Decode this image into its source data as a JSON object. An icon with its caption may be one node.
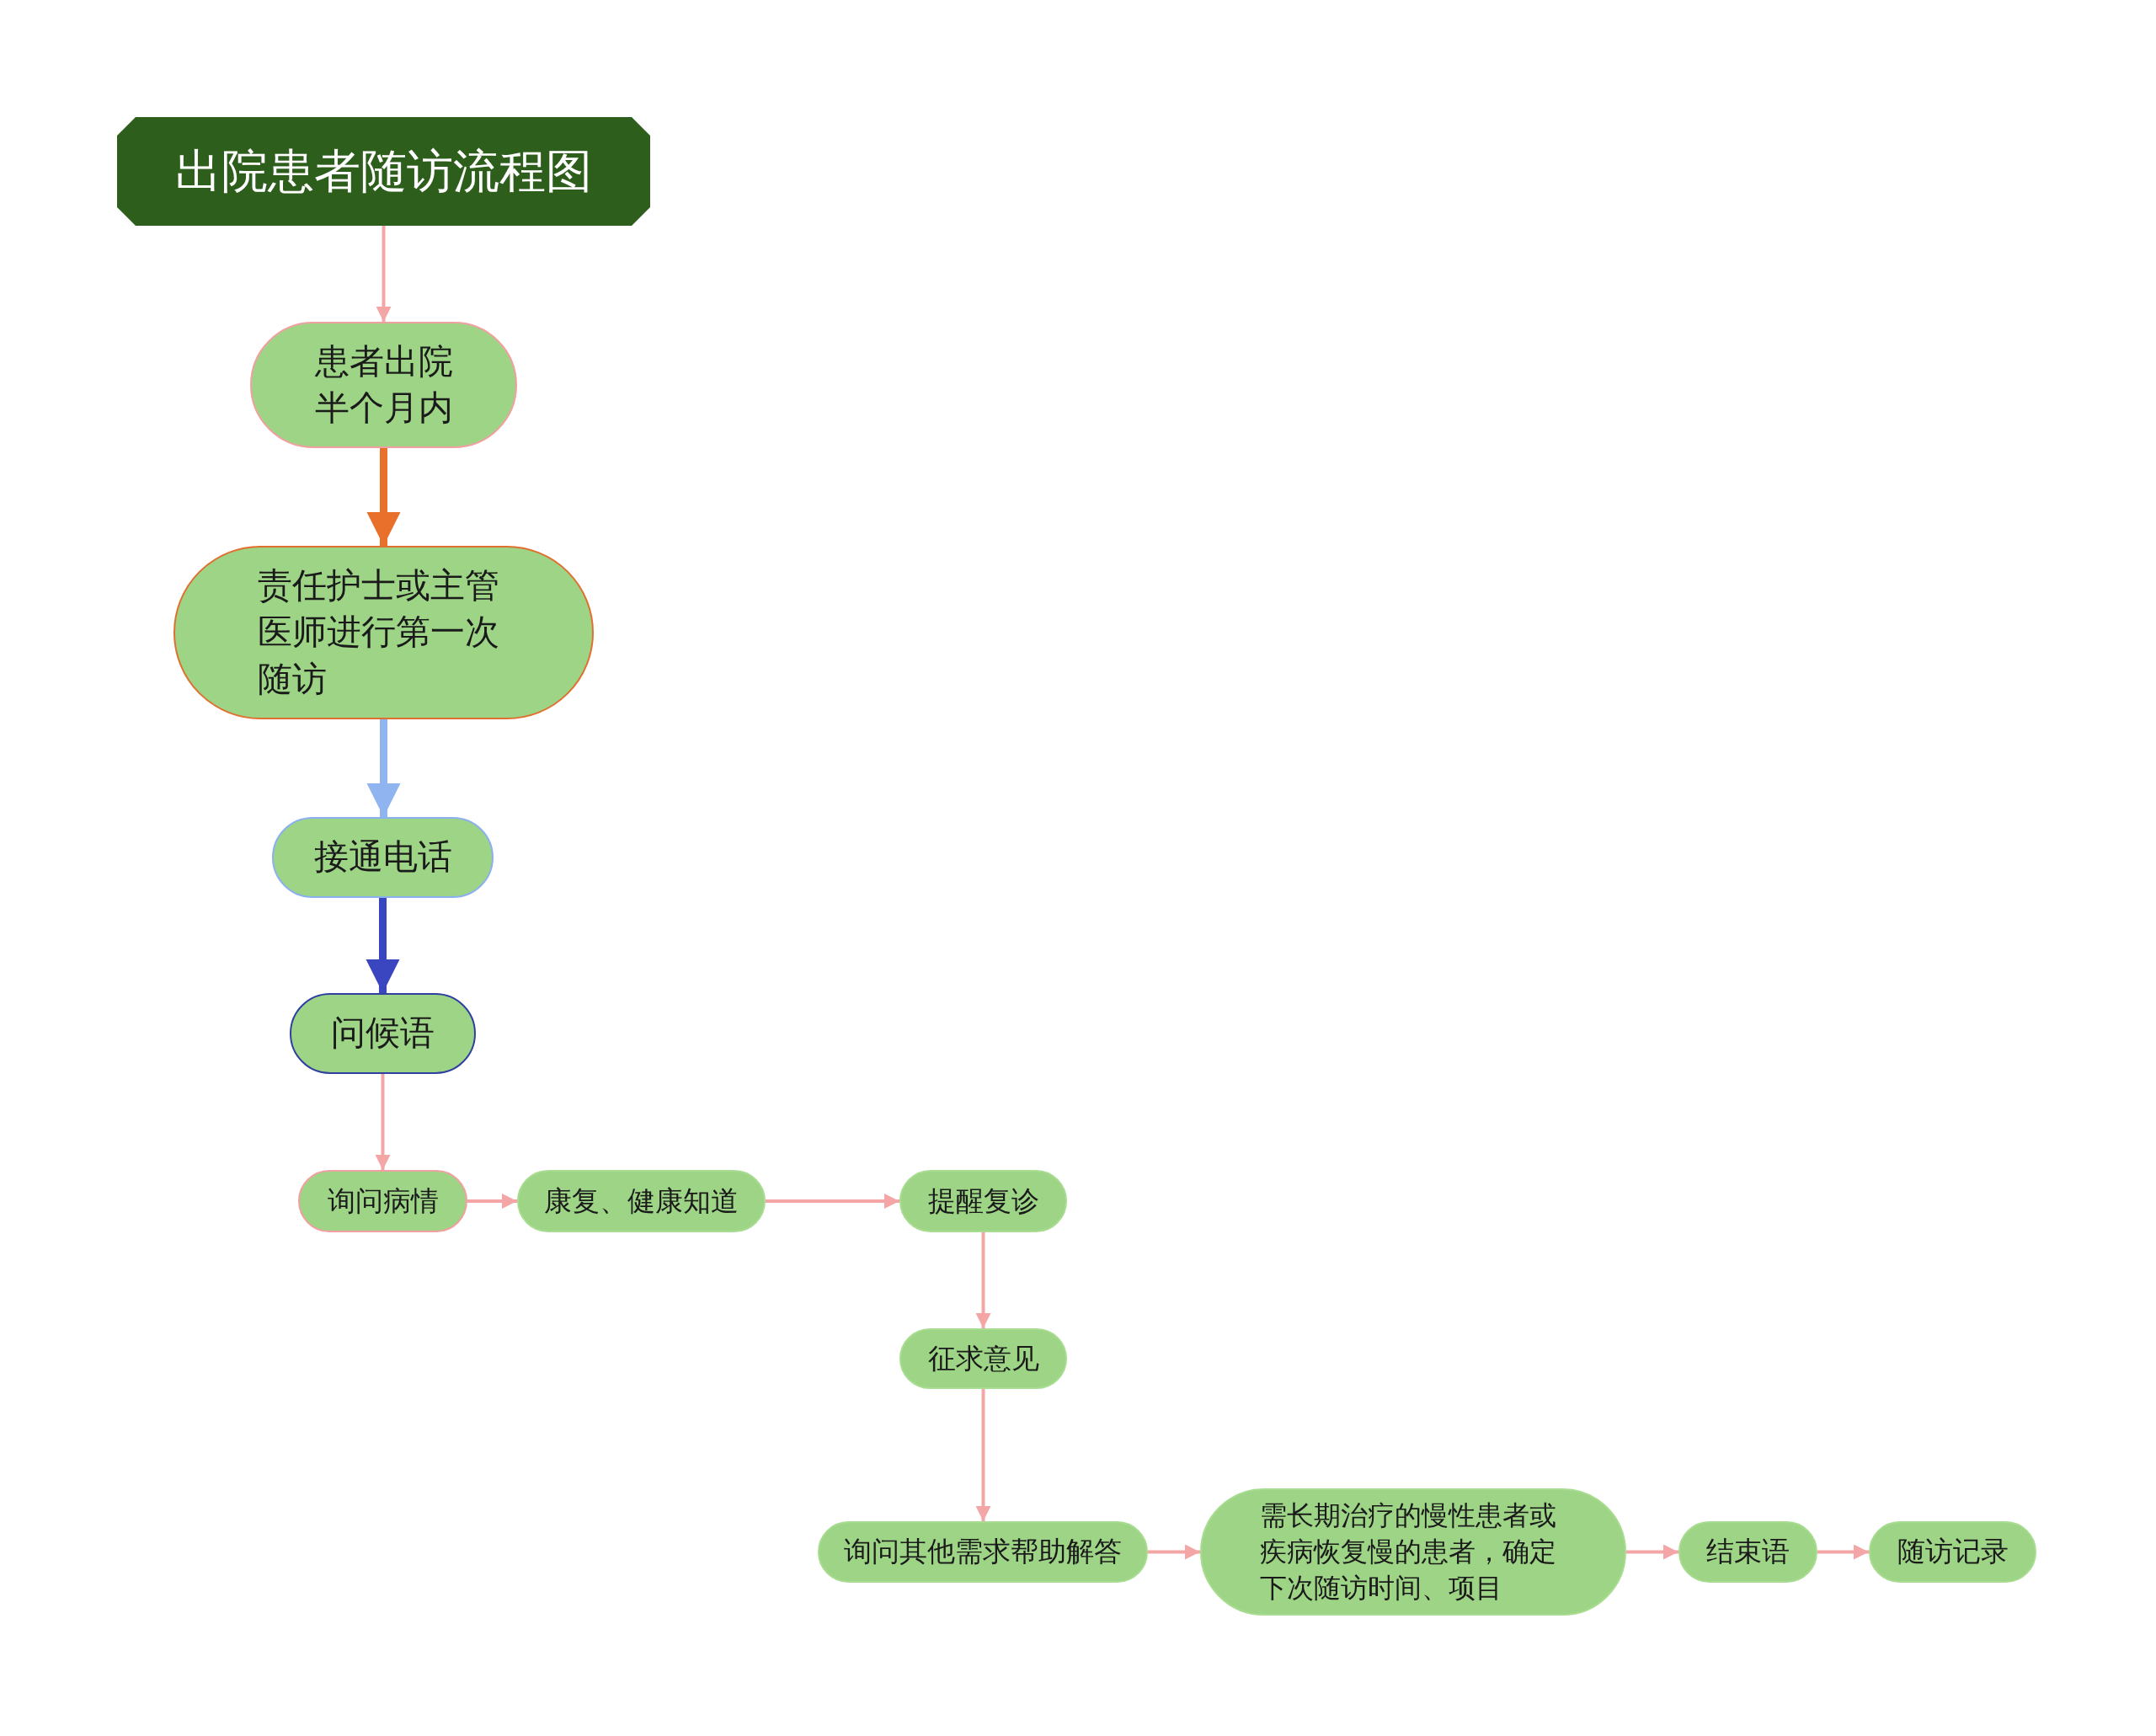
{
  "diagram": {
    "title": "出院患者随访流程图",
    "nodes": [
      {
        "text": [
          "患者出院半个月内"
        ]
      },
      {
        "text": [
          "责任护士或主管医师进行第一次随访"
        ]
      },
      {
        "text": [
          "接通电话"
        ]
      },
      {
        "text": [
          "问候语"
        ]
      },
      {
        "text": [
          "询问病情"
        ]
      },
      {
        "text": [
          "康复、健康知道"
        ]
      },
      {
        "text": [
          "提醒复诊"
        ]
      },
      {
        "text": [
          "征求意见"
        ]
      },
      {
        "text": [
          "询问其他需求帮助解答"
        ]
      },
      {
        "text": [
          "需长期治疗的慢性患者或疾病恢复慢的患者，确定下次随访时间、项目"
        ]
      },
      {
        "text": [
          "结束语"
        ]
      },
      {
        "text": [
          "随访记录"
        ]
      }
    ],
    "edges": [
      {
        "from": null,
        "to": 0,
        "arrow": "to"
      },
      {
        "from": 0,
        "to": 1,
        "arrow": "to",
        "style": "thick",
        "color": "#e8702a"
      },
      {
        "from": 1,
        "to": 2,
        "arrow": "to",
        "style": "thick",
        "color": "#8fb4f0"
      },
      {
        "from": 2,
        "to": 3,
        "arrow": "to",
        "style": "thick",
        "color": "#3a45c0"
      },
      {
        "from": 3,
        "to": 4,
        "arrow": "to"
      },
      {
        "from": 4,
        "to": 5,
        "arrow": "to"
      },
      {
        "from": 5,
        "to": 6,
        "arrow": "to"
      },
      {
        "from": 6,
        "to": 7,
        "arrow": "to"
      },
      {
        "from": 7,
        "to": 8,
        "arrow": "to"
      },
      {
        "from": 8,
        "to": 9,
        "arrow": "to"
      },
      {
        "from": 9,
        "to": 10,
        "arrow": "to"
      },
      {
        "from": 10,
        "to": 11,
        "arrow": "to"
      }
    ]
  }
}
